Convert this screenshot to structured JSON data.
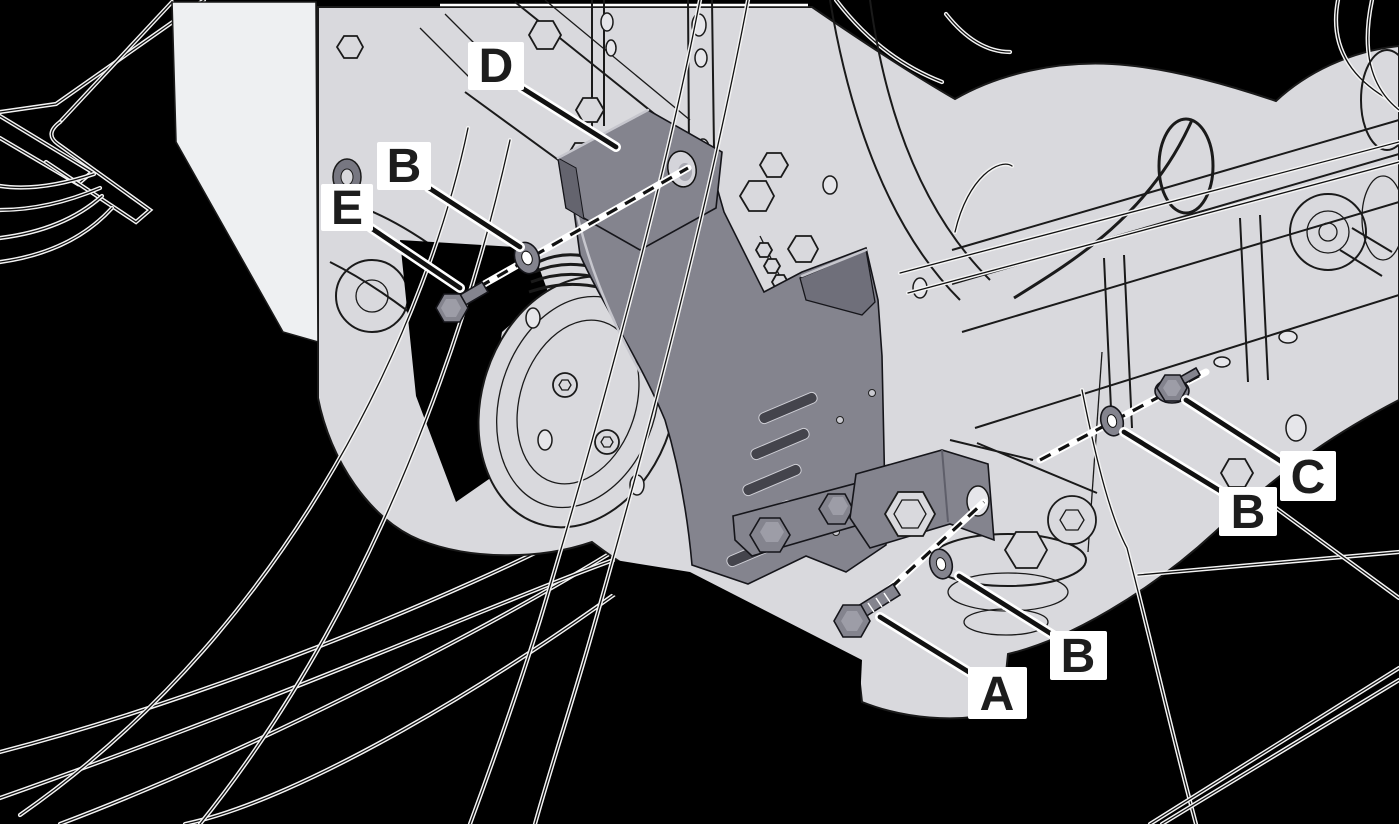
{
  "diagram": {
    "type": "technical-illustration",
    "description": "Exploded hardware installation view of a dark mounting bracket on a mower transaxle/engine assembly, shown as line art on a black background with lettered callouts",
    "colors": {
      "background": "#000000",
      "machinery_fill": "#d9d9dd",
      "shield_panel_fill": "#eef0f2",
      "bracket_fill": "#84848e",
      "outline": "#1a1a1a",
      "callout_box": "#ffffff",
      "callout_text": "#1d1d1d"
    },
    "callouts": [
      {
        "letter": "D",
        "target": "upper-clamp-bracket"
      },
      {
        "letter": "B",
        "target": "upper-washer"
      },
      {
        "letter": "E",
        "target": "upper-mount-bolt"
      },
      {
        "letter": "C",
        "target": "flange-nut"
      },
      {
        "letter": "B",
        "target": "side-washer"
      },
      {
        "letter": "B",
        "target": "lower-washer"
      },
      {
        "letter": "A",
        "target": "lower-mount-bolt"
      }
    ]
  }
}
